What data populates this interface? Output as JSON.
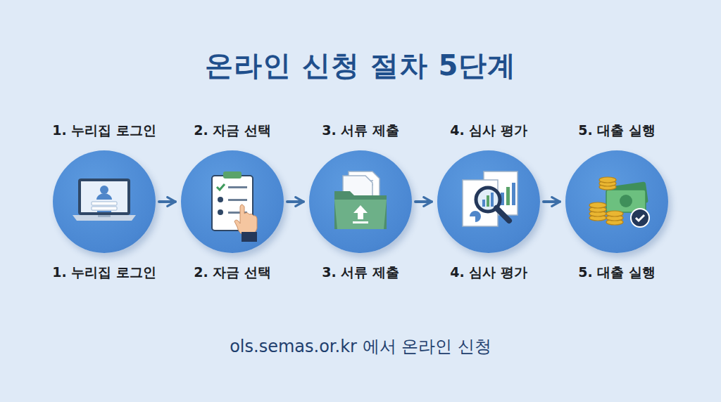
{
  "diagram": {
    "title": "온라인 신청 절차 5단계",
    "caption": "ols.semas.or.kr 에서 온라인 신청",
    "nodes": [
      {
        "text": [
          "1. 누리집 로그인",
          "1. 누리집 로그인"
        ]
      },
      {
        "text": [
          "2. 자금 선택",
          "2. 자금 선택"
        ]
      },
      {
        "text": [
          "3. 서류 제출",
          "3. 서류 제출"
        ]
      },
      {
        "text": [
          "4. 심사 평가",
          "4. 심사 평가"
        ]
      },
      {
        "text": [
          "5. 대출 실행",
          "5. 대출 실행"
        ]
      }
    ],
    "edges": [
      {
        "from": 0,
        "to": 1,
        "arrow": "to"
      },
      {
        "from": 1,
        "to": 2,
        "arrow": "to"
      },
      {
        "from": 2,
        "to": 3,
        "arrow": "to"
      },
      {
        "from": 3,
        "to": 4,
        "arrow": "to"
      }
    ]
  }
}
